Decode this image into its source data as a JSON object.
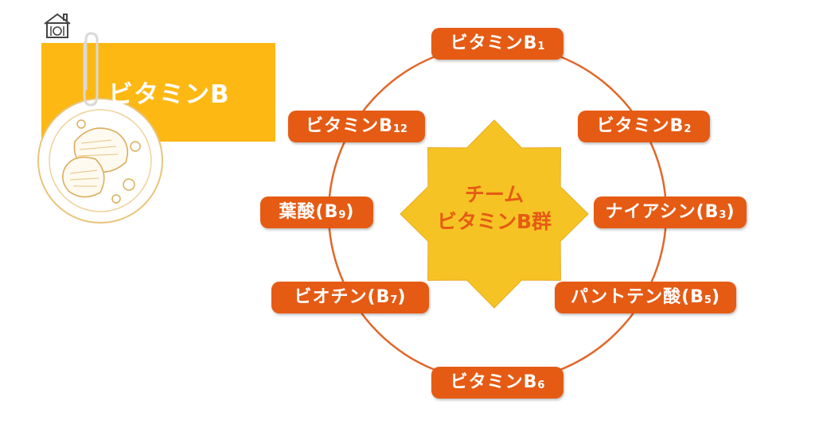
{
  "title": "ビタミンB",
  "center": {
    "line1": "チーム",
    "line2": "ビタミンB群"
  },
  "nodes": [
    {
      "id": "b1",
      "label": "ビタミンB",
      "sub": "1",
      "suffix": ""
    },
    {
      "id": "b2",
      "label": "ビタミンB",
      "sub": "2",
      "suffix": ""
    },
    {
      "id": "b3",
      "label": "ナイアシン(B",
      "sub": "3",
      "suffix": ")"
    },
    {
      "id": "b5",
      "label": "パントテン酸(B",
      "sub": "5",
      "suffix": ")"
    },
    {
      "id": "b6",
      "label": "ビタミンB",
      "sub": "6",
      "suffix": ""
    },
    {
      "id": "b7",
      "label": "ビオチン(B",
      "sub": "7",
      "suffix": ")"
    },
    {
      "id": "b9",
      "label": "葉酸(B",
      "sub": "9",
      "suffix": ")"
    },
    {
      "id": "b12",
      "label": "ビタミンB",
      "sub": "12",
      "suffix": ""
    }
  ],
  "colors": {
    "accent": "#e55b14",
    "banner": "#fdb813",
    "star": "#f5c424"
  },
  "icons": [
    "home-icon",
    "paperclip-icon",
    "plate-illustration-icon",
    "starburst-icon"
  ]
}
